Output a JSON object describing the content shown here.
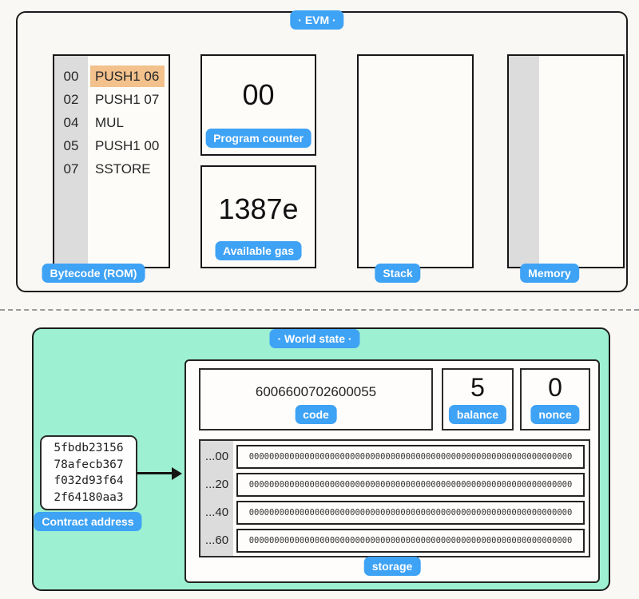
{
  "colors": {
    "accent_blue": "#3ea2f5",
    "highlight_orange": "#f2c18c",
    "mint_green": "#9ef0d3",
    "strip_gray": "#dcdcdc",
    "background": "#faf8f4"
  },
  "evm": {
    "label": "·  EVM  ·",
    "bytecode": {
      "label": "Bytecode (ROM)",
      "rows": [
        {
          "offset": "00",
          "instruction": "PUSH1 06",
          "active": true
        },
        {
          "offset": "02",
          "instruction": "PUSH1 07",
          "active": false
        },
        {
          "offset": "04",
          "instruction": "MUL",
          "active": false
        },
        {
          "offset": "05",
          "instruction": "PUSH1 00",
          "active": false
        },
        {
          "offset": "07",
          "instruction": "SSTORE",
          "active": false
        }
      ]
    },
    "program_counter": {
      "label": "Program counter",
      "value": "00"
    },
    "available_gas": {
      "label": "Available gas",
      "value": "1387e"
    },
    "stack": {
      "label": "Stack",
      "items": []
    },
    "memory": {
      "label": "Memory",
      "items": []
    }
  },
  "world_state": {
    "label": "·  World state  ·",
    "contract_address": {
      "label": "Contract address",
      "lines": [
        "5fbdb23156",
        "78afecb367",
        "f032d93f64",
        "2f64180aa3"
      ]
    },
    "account": {
      "code": {
        "label": "code",
        "value": "6006600702600055"
      },
      "balance": {
        "label": "balance",
        "value": "5"
      },
      "nonce": {
        "label": "nonce",
        "value": "0"
      },
      "storage": {
        "label": "storage",
        "rows": [
          {
            "offset": "...00",
            "value": "0000000000000000000000000000000000000000000000000000000000000000"
          },
          {
            "offset": "...20",
            "value": "0000000000000000000000000000000000000000000000000000000000000000"
          },
          {
            "offset": "...40",
            "value": "0000000000000000000000000000000000000000000000000000000000000000"
          },
          {
            "offset": "...60",
            "value": "0000000000000000000000000000000000000000000000000000000000000000"
          }
        ]
      }
    }
  }
}
